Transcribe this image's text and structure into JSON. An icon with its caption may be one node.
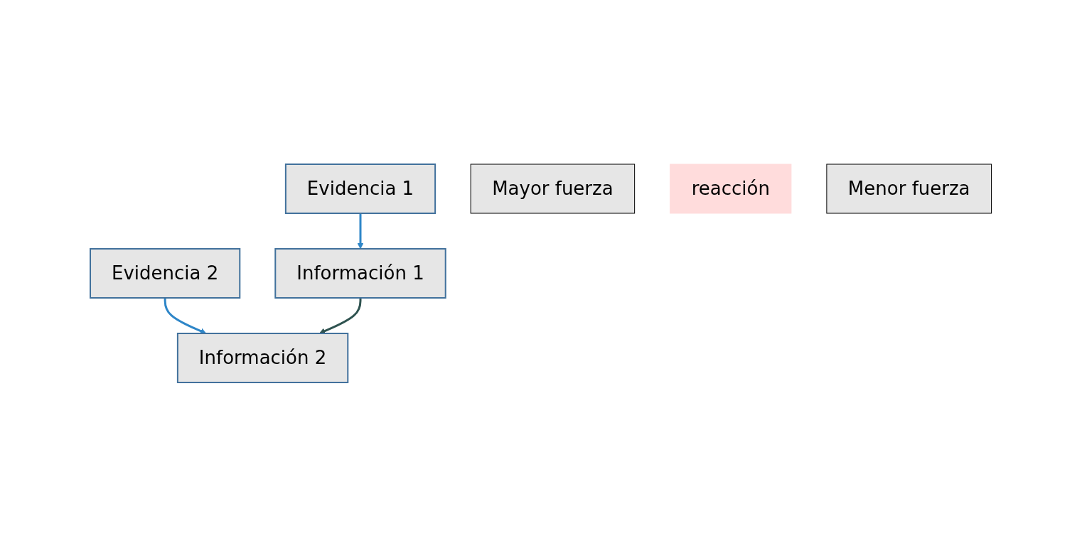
{
  "diagram": {
    "nodes": [
      {
        "text": [
          "Evidencia 1"
        ]
      },
      {
        "text": [
          "Información 1"
        ]
      },
      {
        "text": [
          "Mayor fuerza"
        ]
      },
      {
        "text": [
          "reacción"
        ]
      },
      {
        "text": [
          "Evidencia 2"
        ]
      },
      {
        "text": [
          "Información 2"
        ]
      },
      {
        "text": [
          "Menor fuerza"
        ]
      }
    ],
    "edges": [
      {
        "from": 0,
        "to": 1,
        "arrow": "to"
      },
      {
        "from": 4,
        "to": 5,
        "arrow": "to"
      },
      {
        "from": 1,
        "to": 5,
        "arrow": "to",
        "color": "#2f5350"
      }
    ]
  }
}
